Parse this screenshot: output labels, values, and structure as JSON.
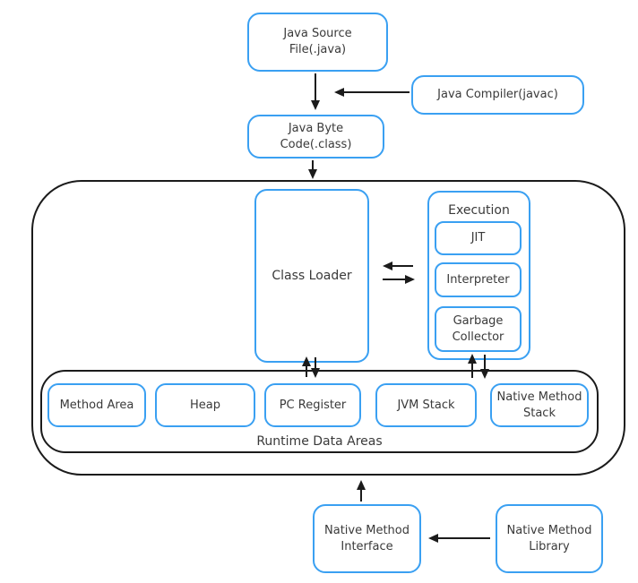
{
  "colors": {
    "node_border_blue": "#3aa0f2",
    "container_border_black": "#1b1b1b",
    "text": "#3a3a3a",
    "arrow": "#1b1b1b",
    "background": "#ffffff"
  },
  "nodes": {
    "java_source": "Java Source\nFile(.java)",
    "java_compiler": "Java Compiler(javac)",
    "java_byte_code": "Java Byte\nCode(.class)",
    "class_loader": "Class Loader",
    "execution_label": "Execution",
    "jit": "JIT",
    "interpreter": "Interpreter",
    "garbage_collector": "Garbage\nCollector",
    "method_area": "Method Area",
    "heap": "Heap",
    "pc_register": "PC Register",
    "jvm_stack": "JVM Stack",
    "native_method_stack": "Native Method\nStack",
    "runtime_data_areas": "Runtime Data Areas",
    "native_method_interface": "Native Method\nInterface",
    "native_method_library": "Native Method\nLibrary"
  }
}
